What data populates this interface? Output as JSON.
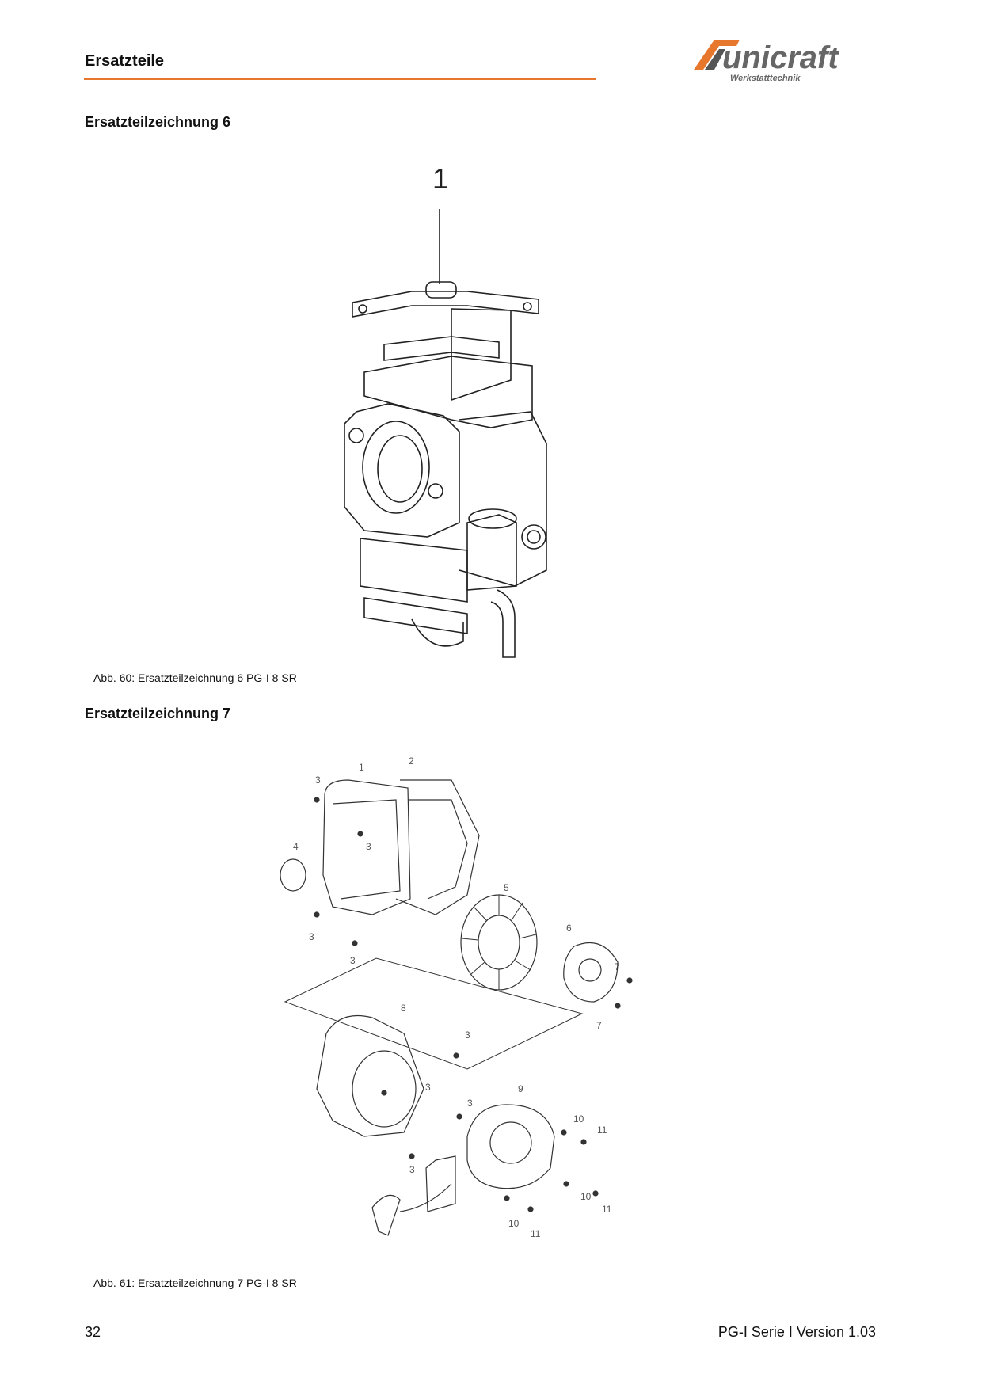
{
  "header": {
    "title": "Ersatzteile",
    "logo_text": "unicraft",
    "logo_subtext": "Werkstatttechnik",
    "accent_color": "#e8772e"
  },
  "drawing6": {
    "heading": "Ersatzteilzeichnung 6",
    "caption": "Abb. 60: Ersatzteilzeichnung 6   PG-I 8 SR",
    "part_labels": [
      "1"
    ]
  },
  "drawing7": {
    "heading": "Ersatzteilzeichnung 7",
    "caption": "Abb. 61: Ersatzteilzeichnung 7   PG-I 8 SR",
    "part_labels": [
      "1",
      "2",
      "3",
      "3",
      "4",
      "3",
      "3",
      "5",
      "6",
      "7",
      "7",
      "8",
      "3",
      "3",
      "3",
      "3",
      "9",
      "10",
      "11",
      "10",
      "11",
      "10",
      "11"
    ]
  },
  "footer": {
    "page_number": "32",
    "version": "PG-I Serie I Version 1.03"
  }
}
